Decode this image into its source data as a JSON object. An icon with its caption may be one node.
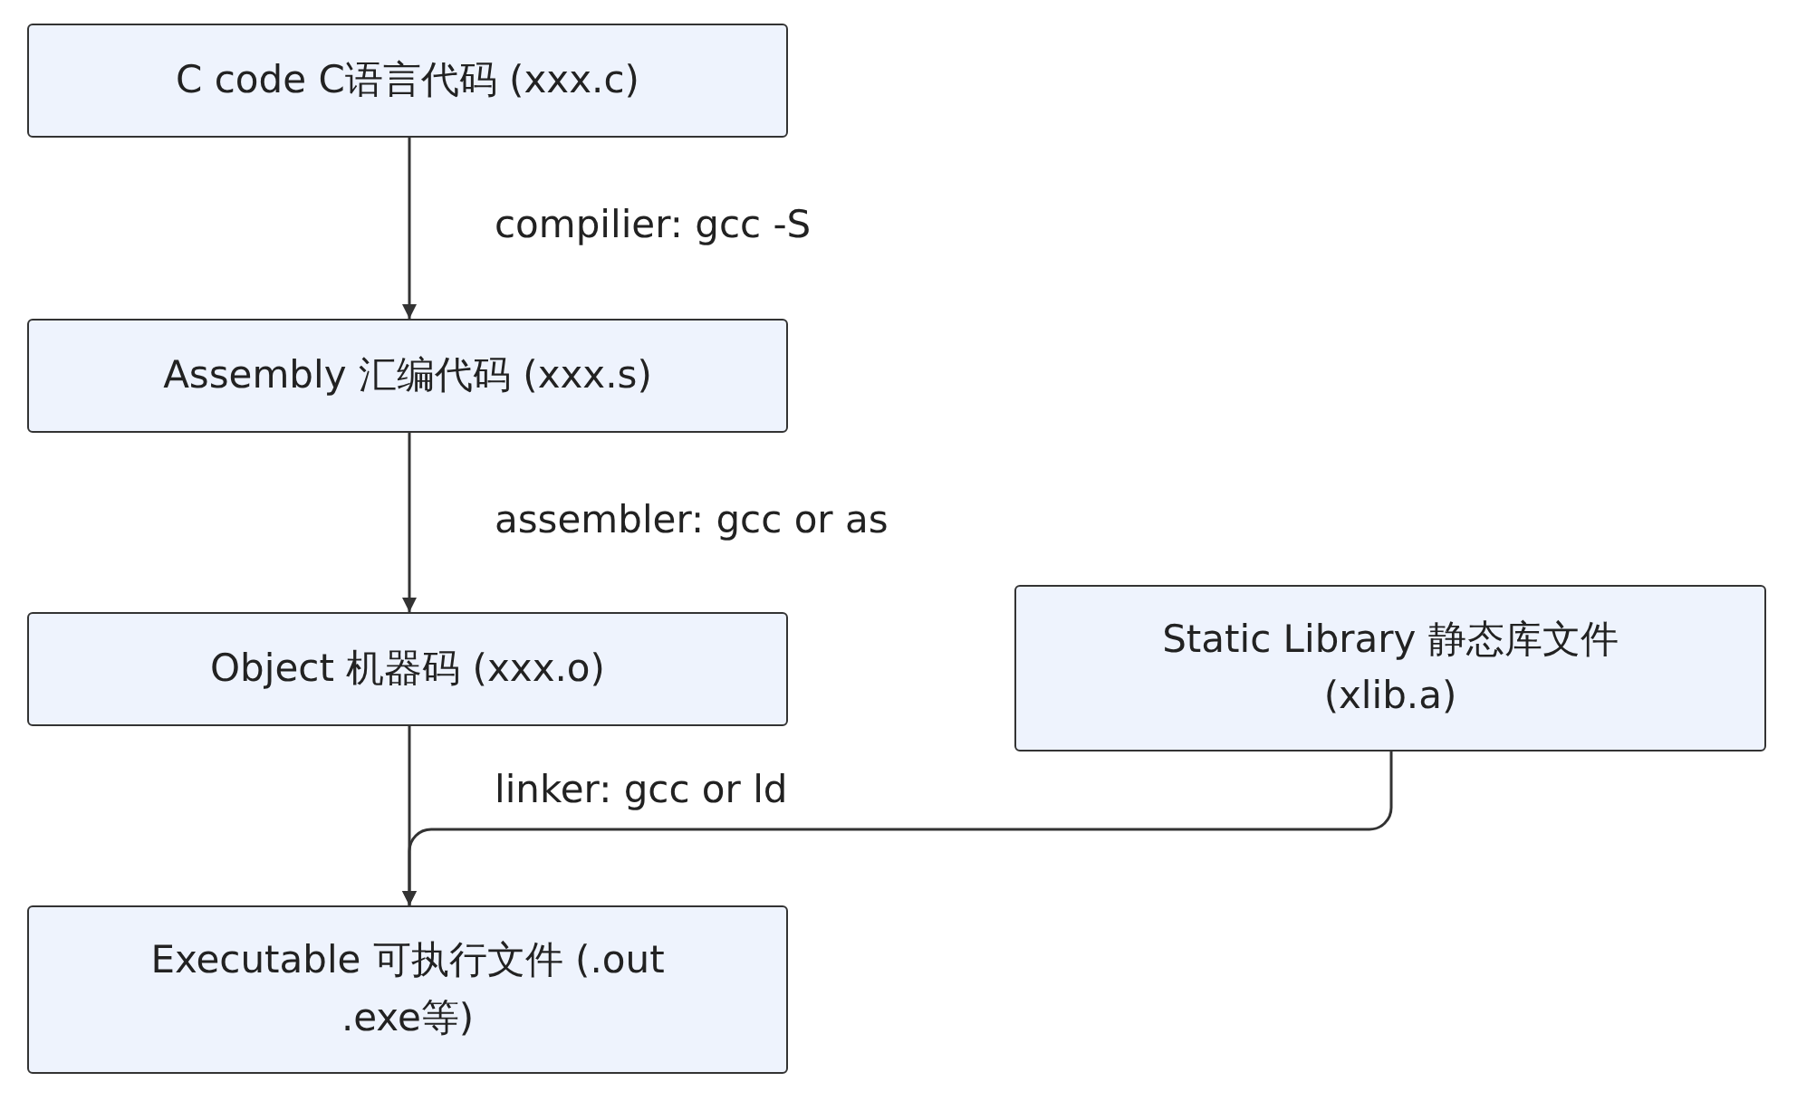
{
  "diagram": {
    "nodes": [
      {
        "text": [
          "C code C语言代码 (xxx.c)"
        ]
      },
      {
        "text": [
          "Assembly 汇编代码 (xxx.s)"
        ]
      },
      {
        "text": [
          "Object 机器码 (xxx.o)"
        ]
      },
      {
        "text": [
          "Static Library 静态库文件 (xlib.a)"
        ]
      },
      {
        "text": [
          "Executable 可执行文件 (.out .exe等)"
        ]
      }
    ],
    "edges": [
      {
        "from": 0,
        "to": 1,
        "arrow": "to",
        "label": "compilier: gcc -S"
      },
      {
        "from": 1,
        "to": 2,
        "arrow": "to",
        "label": "assembler: gcc or as"
      },
      {
        "from": 2,
        "to": 4,
        "arrow": "to"
      },
      {
        "from": 3,
        "to": 4,
        "arrow": "to",
        "label": "linker: gcc or ld"
      }
    ]
  }
}
